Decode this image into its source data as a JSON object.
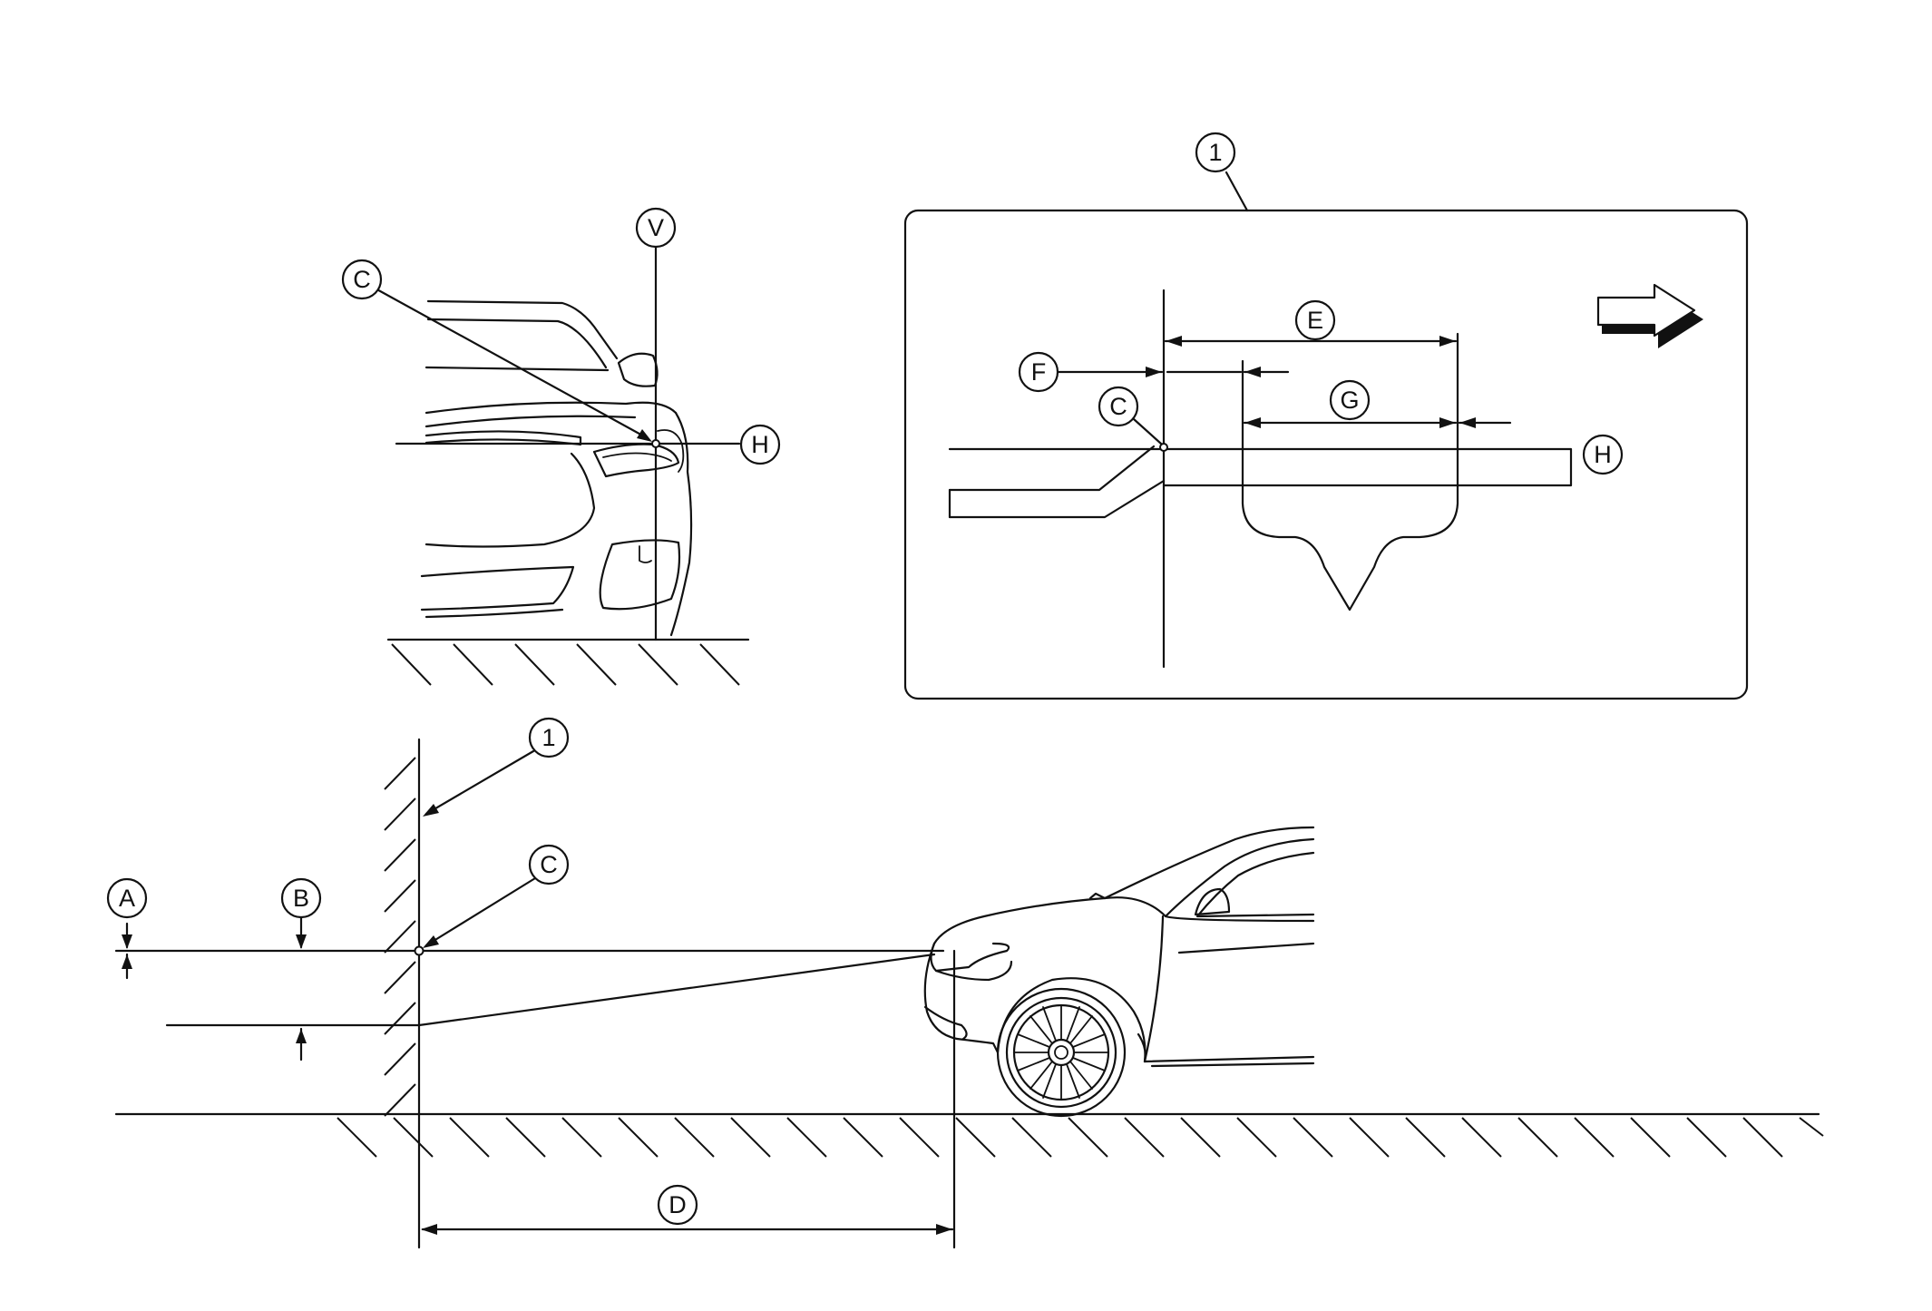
{
  "callouts": {
    "inset_wall": "1",
    "wall": "1",
    "A": "A",
    "B": "B",
    "C": "C",
    "D": "D",
    "E": "E",
    "F": "F",
    "G": "G",
    "H": "H",
    "V": "V"
  },
  "colors": {
    "ink": "#111111",
    "background": "#ffffff"
  },
  "icons": {
    "direction": "right-arrow-icon"
  }
}
